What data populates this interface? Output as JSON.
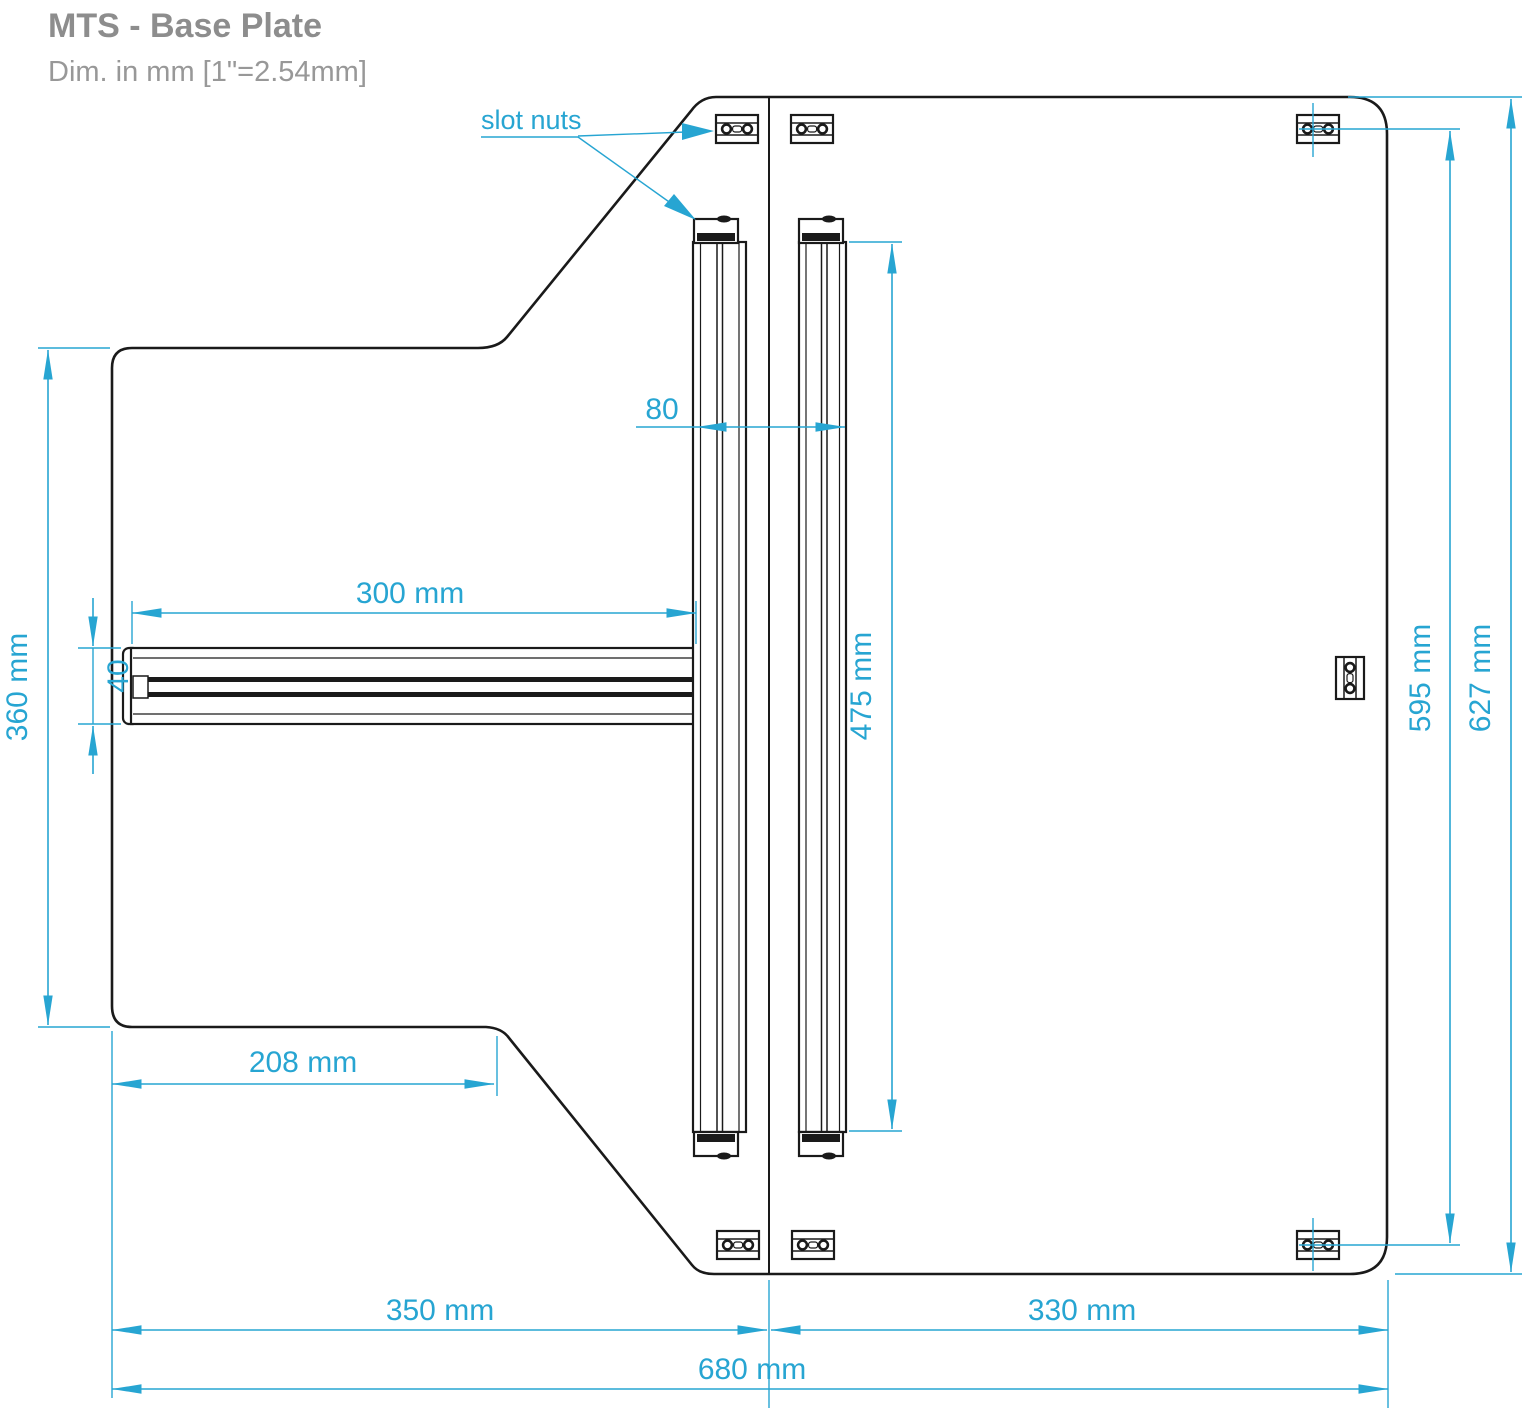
{
  "title": "MTS - Base Plate",
  "subtitle": "Dim. in mm [1\"=2.54mm]",
  "labels": {
    "slot_nuts": "slot nuts"
  },
  "dimensions": {
    "profile_pair_width": "80",
    "arm_length": "300 mm",
    "arm_profile_size": "40",
    "left_edge_height": "360 mm",
    "profile_length": "475 mm",
    "slot_nut_spacing": "595 mm",
    "plate_depth": "627 mm",
    "notch_width": "208 mm",
    "left_section_width": "350 mm",
    "right_section_width": "330 mm",
    "total_width": "680 mm"
  },
  "colors": {
    "dimension_accent": "#27a5d2",
    "outline_black": "#1a1a1a",
    "title_gray": "#8d8d8d"
  }
}
